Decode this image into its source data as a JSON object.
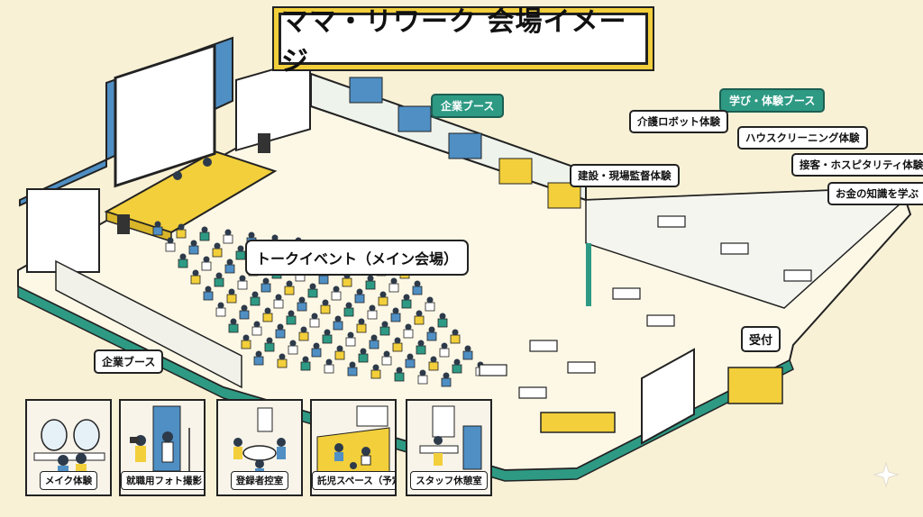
{
  "title": "ママ・リワーク 会場イメージ",
  "areas": {
    "corporate_booth_top": "企業ブース",
    "learning_booth": "学び・体験ブース",
    "talk_event": "トークイベント（メイン会場）",
    "corporate_booth_left": "企業ブース",
    "reception": "受付"
  },
  "experiences": [
    {
      "label": "介護ロボット体験"
    },
    {
      "label": "ハウスクリーニング体験"
    },
    {
      "label": "建設・現場監督体験"
    },
    {
      "label": "接客・ホスピタリティ体験"
    },
    {
      "label": "お金の知識を学ぶ"
    }
  ],
  "rooms": [
    {
      "label": "メイク体験",
      "icon": "makeup-mirror-icon"
    },
    {
      "label": "就職用フォト撮影",
      "icon": "camera-icon"
    },
    {
      "label": "登録者控室",
      "icon": "round-table-icon"
    },
    {
      "label": "託児スペース（予定）",
      "icon": "kids-play-icon"
    },
    {
      "label": "スタッフ休憩室",
      "icon": "vending-machine-icon"
    }
  ],
  "colors": {
    "floor": "#fdf8e6",
    "wall_teal": "#2e9a84",
    "wall_blue": "#4f8fc4",
    "stage_yellow": "#f2cf3b",
    "background": "#f8f1d6"
  }
}
